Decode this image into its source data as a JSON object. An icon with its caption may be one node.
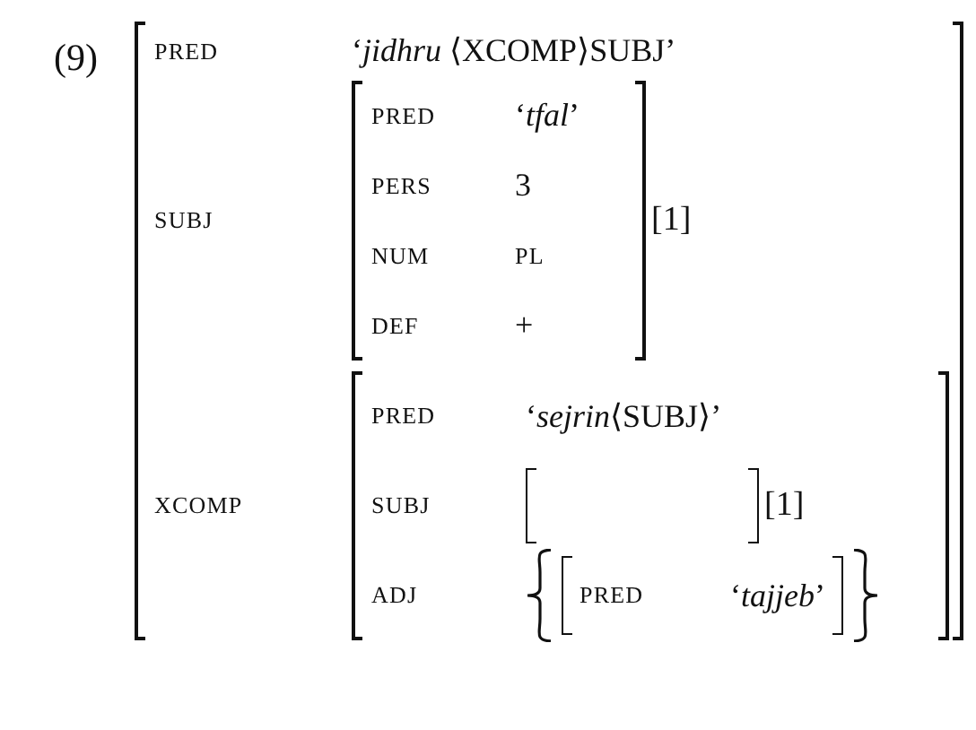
{
  "diagram": {
    "nodes": [
      {
        "text": [
          "PRED",
          "‘*jidhru* ⟨XCOMP⟩SUBJ’",
          "SUBJ",
          "XCOMP"
        ]
      },
      {
        "text": [
          "PRED",
          "‘*tfal*’",
          "PERS",
          "3",
          "NUM",
          "PL",
          "DEF",
          "+"
        ],
        "in": 0,
        "beside": [
          "[1]"
        ]
      },
      {
        "text": [
          "PRED",
          "‘*sejrin*⟨SUBJ⟩’",
          "SUBJ",
          "ADJ"
        ],
        "in": 0
      },
      {
        "text": [],
        "shape": "box",
        "in": 2,
        "beside": [
          "[1]"
        ]
      },
      {
        "text": [],
        "shape": "braces",
        "in": 2
      },
      {
        "text": [
          "PRED",
          "‘*tajjeb*’"
        ],
        "in": 4
      }
    ],
    "labels": [
      "(9)"
    ]
  }
}
